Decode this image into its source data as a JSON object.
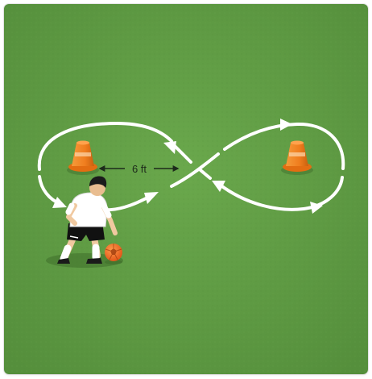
{
  "drill": {
    "distance_label": "6 ft"
  },
  "colors": {
    "field": "#5f9a44",
    "path": "#ffffff",
    "cone": "#f07d1e",
    "jersey": "#ffffff",
    "shorts": "#111111",
    "ball": "#f2681c"
  },
  "icons": {
    "cone_left": "traffic-cone",
    "cone_right": "traffic-cone",
    "player": "soccer-player",
    "ball": "soccer-ball"
  }
}
